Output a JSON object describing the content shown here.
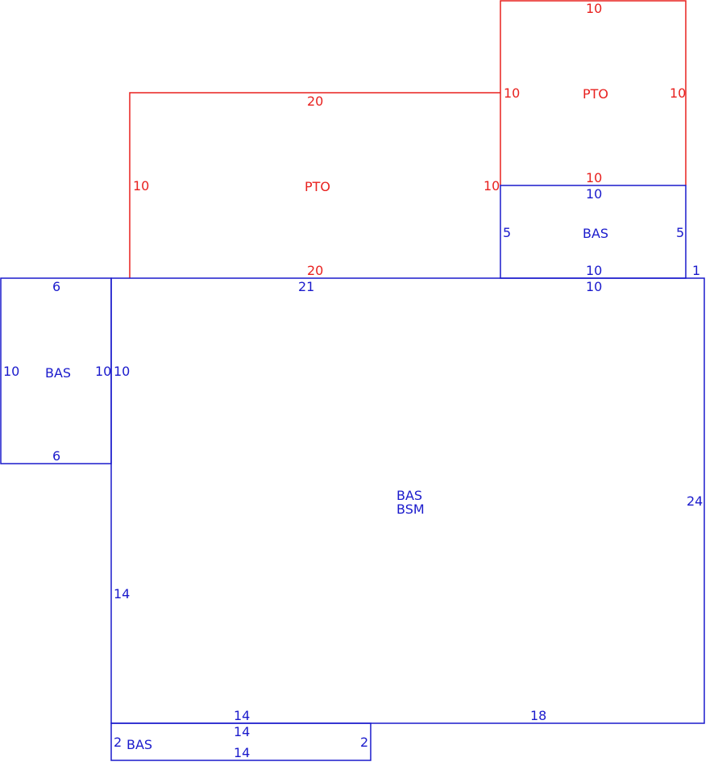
{
  "colors": {
    "patio": "#e8201e",
    "base": "#1a1acc"
  },
  "areas": {
    "pto_left": {
      "code": "PTO",
      "top": "20",
      "bottom": "20",
      "left": "10",
      "right": "10"
    },
    "pto_right": {
      "code": "PTO",
      "top": "10",
      "bottom": "10",
      "left": "10",
      "right": "10"
    },
    "bas_upper": {
      "code": "BAS",
      "top": "10",
      "bottom": "10",
      "left": "5",
      "right": "5"
    },
    "bas_left": {
      "code": "BAS",
      "top": "6",
      "bottom": "6",
      "left": "10",
      "right": "10"
    },
    "main": {
      "codes": [
        "BAS",
        "BSM"
      ],
      "top_left": "21",
      "top_right": "10",
      "top_right_step": "1",
      "left_upper": "10",
      "left_lower": "14",
      "right": "24",
      "bottom_left": "14",
      "bottom_right": "18"
    },
    "bas_bottom": {
      "code": "BAS",
      "top": "14",
      "bottom": "14",
      "left": "2",
      "right": "2"
    }
  }
}
